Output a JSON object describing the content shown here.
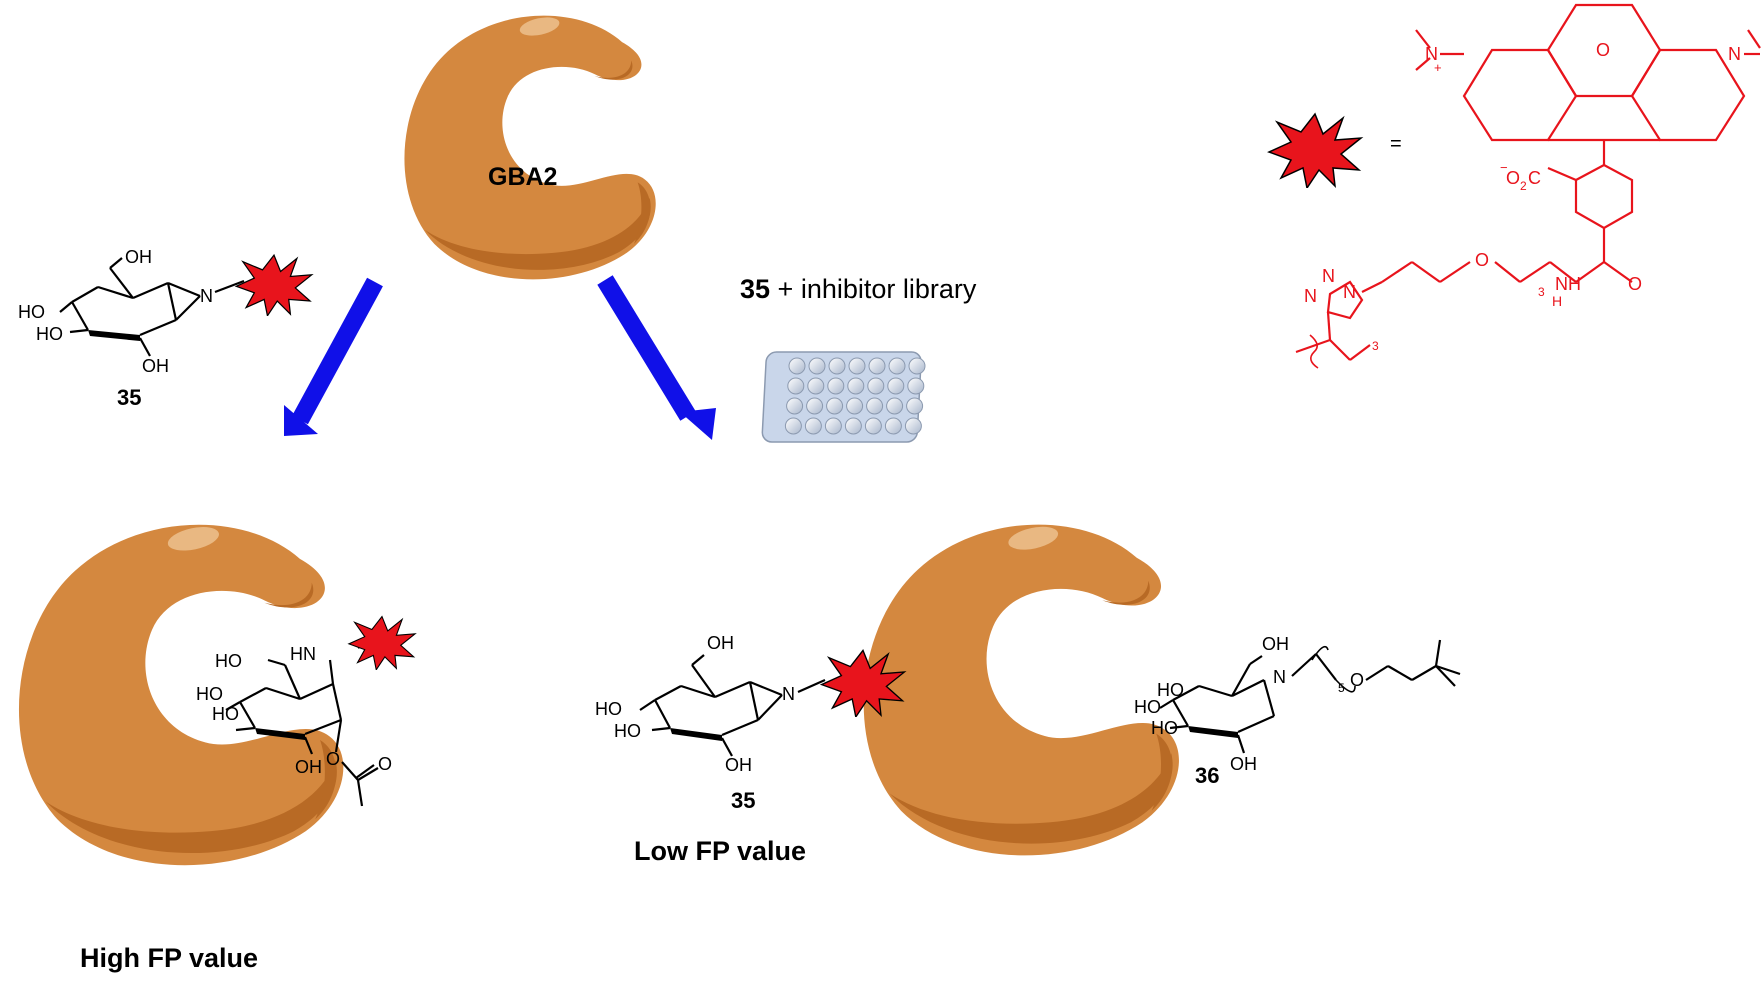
{
  "enzyme": {
    "name": "GBA2"
  },
  "probe": {
    "compound_number": "35",
    "equals_sign": "="
  },
  "screen": {
    "compound_number": "35",
    "suffix": " + inhibitor library"
  },
  "results": {
    "high_label": "High FP value",
    "low_label": "Low FP value",
    "low_compound_number": "35",
    "inhibitor_compound_number": "36"
  },
  "atoms": {
    "OH": "OH",
    "HO": "HO",
    "N": "N",
    "HN": "HN",
    "O": "O",
    "NH": "NH",
    "H": "H",
    "N_plus": "N",
    "plus": "+",
    "minus": "−",
    "O2C": "O",
    "O2C_sub": "2",
    "O2C_C": "C",
    "sub3": "3",
    "sub5": "5"
  },
  "colors": {
    "enzyme_body": "#d4883f",
    "enzyme_shadow": "#b86a25",
    "enzyme_highlight": "#e9b882",
    "arrow": "#1010e8",
    "fluorophore": "#e8141c",
    "structure_red": "#e8141c",
    "structure_black": "#000000",
    "plate_fill": "#c9d6ea",
    "plate_well": "#e4eaf4"
  },
  "icons": [
    "enzyme-pacman-shape",
    "fluorophore-star",
    "well-plate-icon",
    "blue-arrow"
  ]
}
